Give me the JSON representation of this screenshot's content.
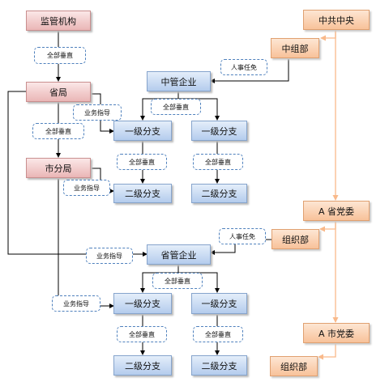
{
  "nodes": {
    "regulator": "监管机构",
    "provincial_bureau": "省局",
    "city_branch": "市分局",
    "central_committee": "中共中央",
    "central_org_dept": "中组部",
    "central_enterprise": "中管企业",
    "central_branch_1": "一级分支",
    "central_branch_2": "一级分支",
    "central_sub_branch_1": "二级分支",
    "central_sub_branch_2": "二级分支",
    "provincial_party_committee": "A 省党委",
    "provincial_org_dept": "组织部",
    "provincial_enterprise": "省管企业",
    "provincial_branch_1": "一级分支",
    "provincial_branch_2": "一级分支",
    "provincial_sub_branch_1": "二级分支",
    "provincial_sub_branch_2": "二级分支",
    "city_party_committee": "A 市党委",
    "city_org_dept": "组织部"
  },
  "tags": {
    "vertical_full": "全部垂直",
    "appointment": "人事任免",
    "business_guidance": "业务指导"
  },
  "colors": {
    "regulator_fill": "#eab6b6",
    "party_fill": "#f8c29a",
    "enterprise_fill": "#b4cced",
    "line": "#000000",
    "party_line": "#f9b98a",
    "tag_border": "#4f81bd"
  }
}
